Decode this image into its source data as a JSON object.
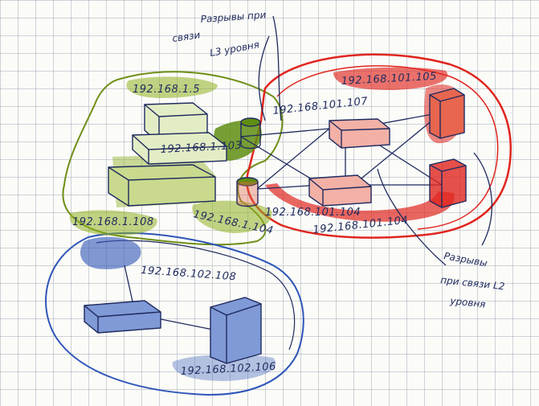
{
  "annotations": {
    "l3_line1": "Разрывы при",
    "l3_line2": "связи",
    "l3_line3": "L3 уровня",
    "l2_line1": "Разрывы",
    "l2_line2": "при связи L2",
    "l2_line3": "уровня"
  },
  "green_network": {
    "ip_router_top": "192.168.1.5",
    "ip_gw_upper": "192.168.1.103",
    "ip_gw_lower": "192.168.1.104",
    "ip_link_blue": "192.168.1.108"
  },
  "red_network": {
    "ip_top": "192.168.101.105",
    "ip_upper_left": "192.168.101.107",
    "ip_lower_left": "192.168.101.104",
    "ip_lower_right": "192.168.101.104"
  },
  "blue_network": {
    "ip_router": "192.168.102.108",
    "ip_server": "192.168.102.106"
  },
  "colors": {
    "ink": "#1f2a5e",
    "green": "#7a9a1c",
    "red": "#e0261f",
    "blue": "#2e55b8"
  }
}
